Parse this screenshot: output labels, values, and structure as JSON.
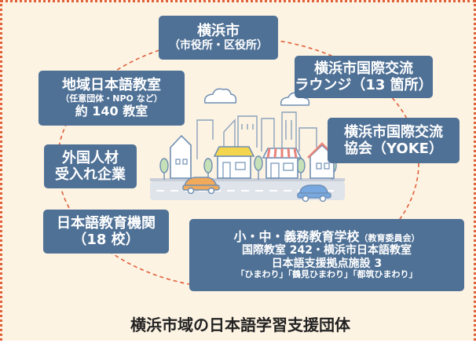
{
  "colors": {
    "background": "#fdf3e3",
    "box": "#4f7196",
    "box_text": "#ffffff",
    "border": "#e0603a",
    "circle": "#e0603a"
  },
  "boxes": {
    "yokohama_city": {
      "lines": [
        "横浜市",
        "（市役所・区役所）"
      ]
    },
    "lounge": {
      "lines": [
        "横浜市国際交流",
        "ラウンジ（13 箇所）"
      ]
    },
    "community_classes": {
      "lines": [
        "地域日本語教室",
        "（任意団体・NPO など）",
        "約 140 教室"
      ]
    },
    "yoke": {
      "lines": [
        "横浜市国際交流",
        "協会（YOKE）"
      ]
    },
    "companies": {
      "lines": [
        "外国人材",
        "受入れ企業"
      ]
    },
    "language_schools": {
      "lines": [
        "日本語教育機関",
        "（18 校）"
      ]
    },
    "schools": {
      "line1_main": "小・中・義務教育学校",
      "line1_sub": "（教育委員会）",
      "line2": "国際教室 242・横浜市日本語教室",
      "line3": "日本語支援拠点施設 3",
      "line4": "「ひまわり」「鶴見ひまわり」「都筑ひまわり」"
    }
  },
  "caption": "横浜市域の日本語学習支援団体"
}
